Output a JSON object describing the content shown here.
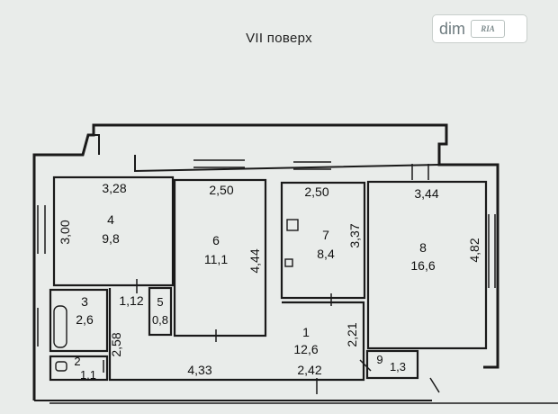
{
  "floor_title": "VII поверх",
  "logo": {
    "text": "dim",
    "badge": "RIA"
  },
  "rooms": [
    {
      "number": "1",
      "area": "12,6"
    },
    {
      "number": "2",
      "area": "1,1"
    },
    {
      "number": "3",
      "area": "2,6"
    },
    {
      "number": "4",
      "area": "9,8"
    },
    {
      "number": "5",
      "area": "0,8"
    },
    {
      "number": "6",
      "area": "11,1"
    },
    {
      "number": "7",
      "area": "8,4"
    },
    {
      "number": "8",
      "area": "16,6"
    },
    {
      "number": "9",
      "area": "1,3"
    }
  ],
  "dimensions": [
    "3,28",
    "2,50",
    "2,50",
    "3,44",
    "3,00",
    "4,44",
    "3,37",
    "4,82",
    "1,12",
    "2,58",
    "4,33",
    "2,42",
    "2,21"
  ]
}
